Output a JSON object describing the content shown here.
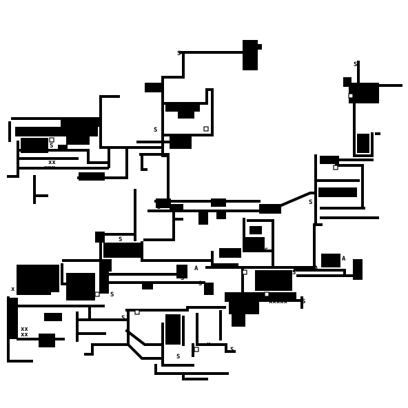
{
  "map": {
    "background": "#ffffff",
    "ink": "#000000",
    "style": "1-bit ASCII dungeon map",
    "marker_glyphs": [
      "S",
      "A",
      "x",
      "box"
    ]
  },
  "markers": {
    "start": "S",
    "treasure": "x",
    "altar": "A"
  }
}
